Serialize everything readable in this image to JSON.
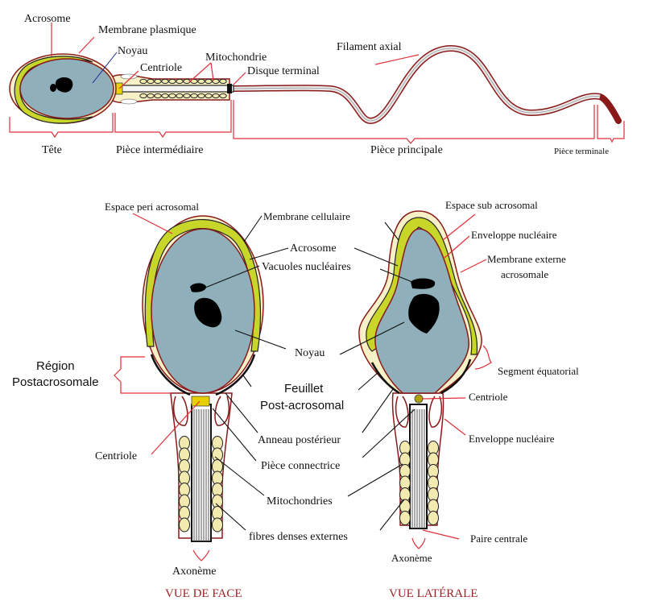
{
  "top_diagram": {
    "labels": {
      "acrosome": "Acrosome",
      "membrane_plasmique": "Membrane plasmique",
      "noyau": "Noyau",
      "centriole": "Centriole",
      "mitochondrie": "Mitochondrie",
      "disque_terminal": "Disque terminal",
      "filament_axial": "Filament axial"
    },
    "regions": {
      "tete": "Tête",
      "piece_intermediaire": "Pièce intermédiaire",
      "piece_principale": "Pièce principale",
      "piece_terminale": "Pièce terminale"
    }
  },
  "face_view": {
    "title": "VUE DE FACE",
    "labels": {
      "espace_peri_acrosomal": "Espace peri acrosomal",
      "membrane_cellulaire": "Membrane cellulaire",
      "acrosome": "Acrosome",
      "vacuoles_nucleaires": "Vacuoles nucléaires",
      "noyau": "Noyau",
      "region_line1": "Région",
      "region_line2": "Postacrosomale",
      "feuillet_line1": "Feuillet",
      "feuillet_line2": "Post-acrosomal",
      "centriole": "Centriole",
      "anneau_posterieur": "Anneau postérieur",
      "piece_connectrice": "Pièce connectrice",
      "mitochondries": "Mitochondries",
      "fibres_denses": "fibres denses externes",
      "axoneme": "Axonème"
    }
  },
  "lateral_view": {
    "title": "VUE LATÉRALE",
    "labels": {
      "espace_sub_acrosomal": "Espace sub acrosomal",
      "enveloppe_nucleaire": "Enveloppe nucléaire",
      "membrane_externe_line1": "Membrane externe",
      "membrane_externe_line2": "acrosomale",
      "segment_equatorial": "Segment équatorial",
      "centriole": "Centriole",
      "enveloppe_nucleaire_2": "Enveloppe nucléaire",
      "paire_centrale": "Paire centrale",
      "axoneme": "Axonème"
    }
  },
  "colors": {
    "nucleus": "#8fb0ba",
    "acrosome": "#c8d62a",
    "membrane": "#8a1a1a",
    "leader_red": "#e0303a",
    "title": "#9b2226"
  }
}
